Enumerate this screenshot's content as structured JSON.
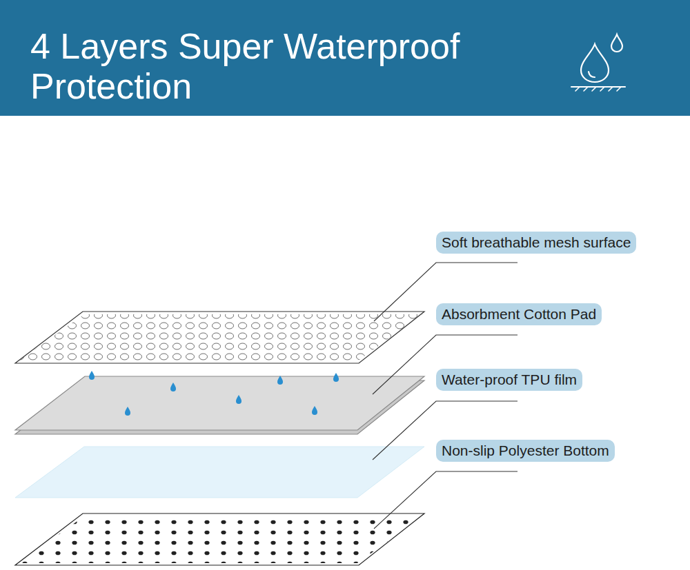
{
  "diagram": {
    "title": "4 Layers Super Waterproof Protection",
    "nodes": [
      {
        "text": [
          "Soft breathable mesh surface"
        ]
      },
      {
        "text": [
          "Absorbment Cotton Pad"
        ]
      },
      {
        "text": [
          "Water-proof TPU film"
        ]
      },
      {
        "text": [
          "Non-slip Polyester Bottom"
        ]
      }
    ]
  }
}
